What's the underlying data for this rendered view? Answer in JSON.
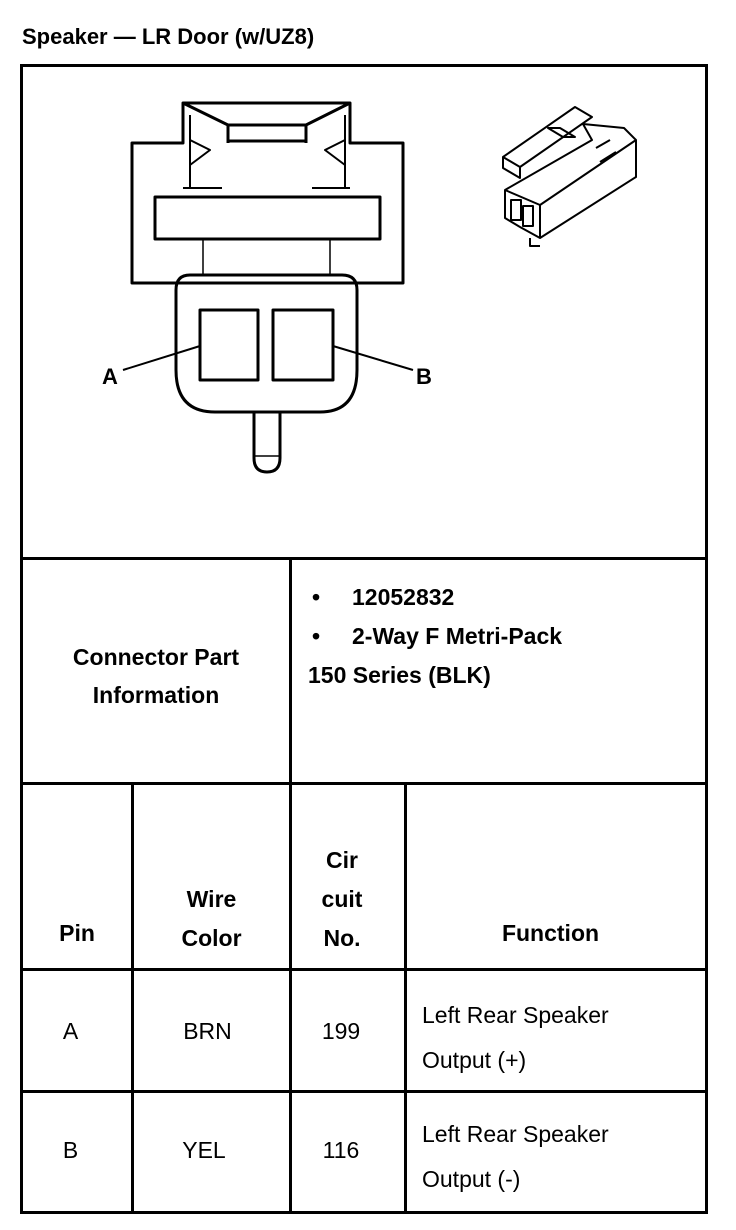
{
  "title": "Speaker — LR Door (w/UZ8)",
  "diagram": {
    "pin_label_a": "A",
    "pin_label_b": "B"
  },
  "connector_info": {
    "label_line1": "Connector Part",
    "label_line2": "Information",
    "part_number": "12052832",
    "description_line1": "2-Way F Metri-Pack",
    "description_line2": "150 Series (BLK)",
    "bullet": "•"
  },
  "table": {
    "headers": {
      "pin": "Pin",
      "wire_line1": "Wire",
      "wire_line2": "Color",
      "cir_line1": "Cir",
      "cir_line2": "cuit",
      "cir_line3": "No.",
      "function": "Function"
    },
    "rows": [
      {
        "pin": "A",
        "color": "BRN",
        "circuit": "199",
        "function_line1": "Left Rear Speaker",
        "function_line2": "Output (+)"
      },
      {
        "pin": "B",
        "color": "YEL",
        "circuit": "116",
        "function_line1": "Left Rear Speaker",
        "function_line2": "Output (-)"
      }
    ]
  }
}
